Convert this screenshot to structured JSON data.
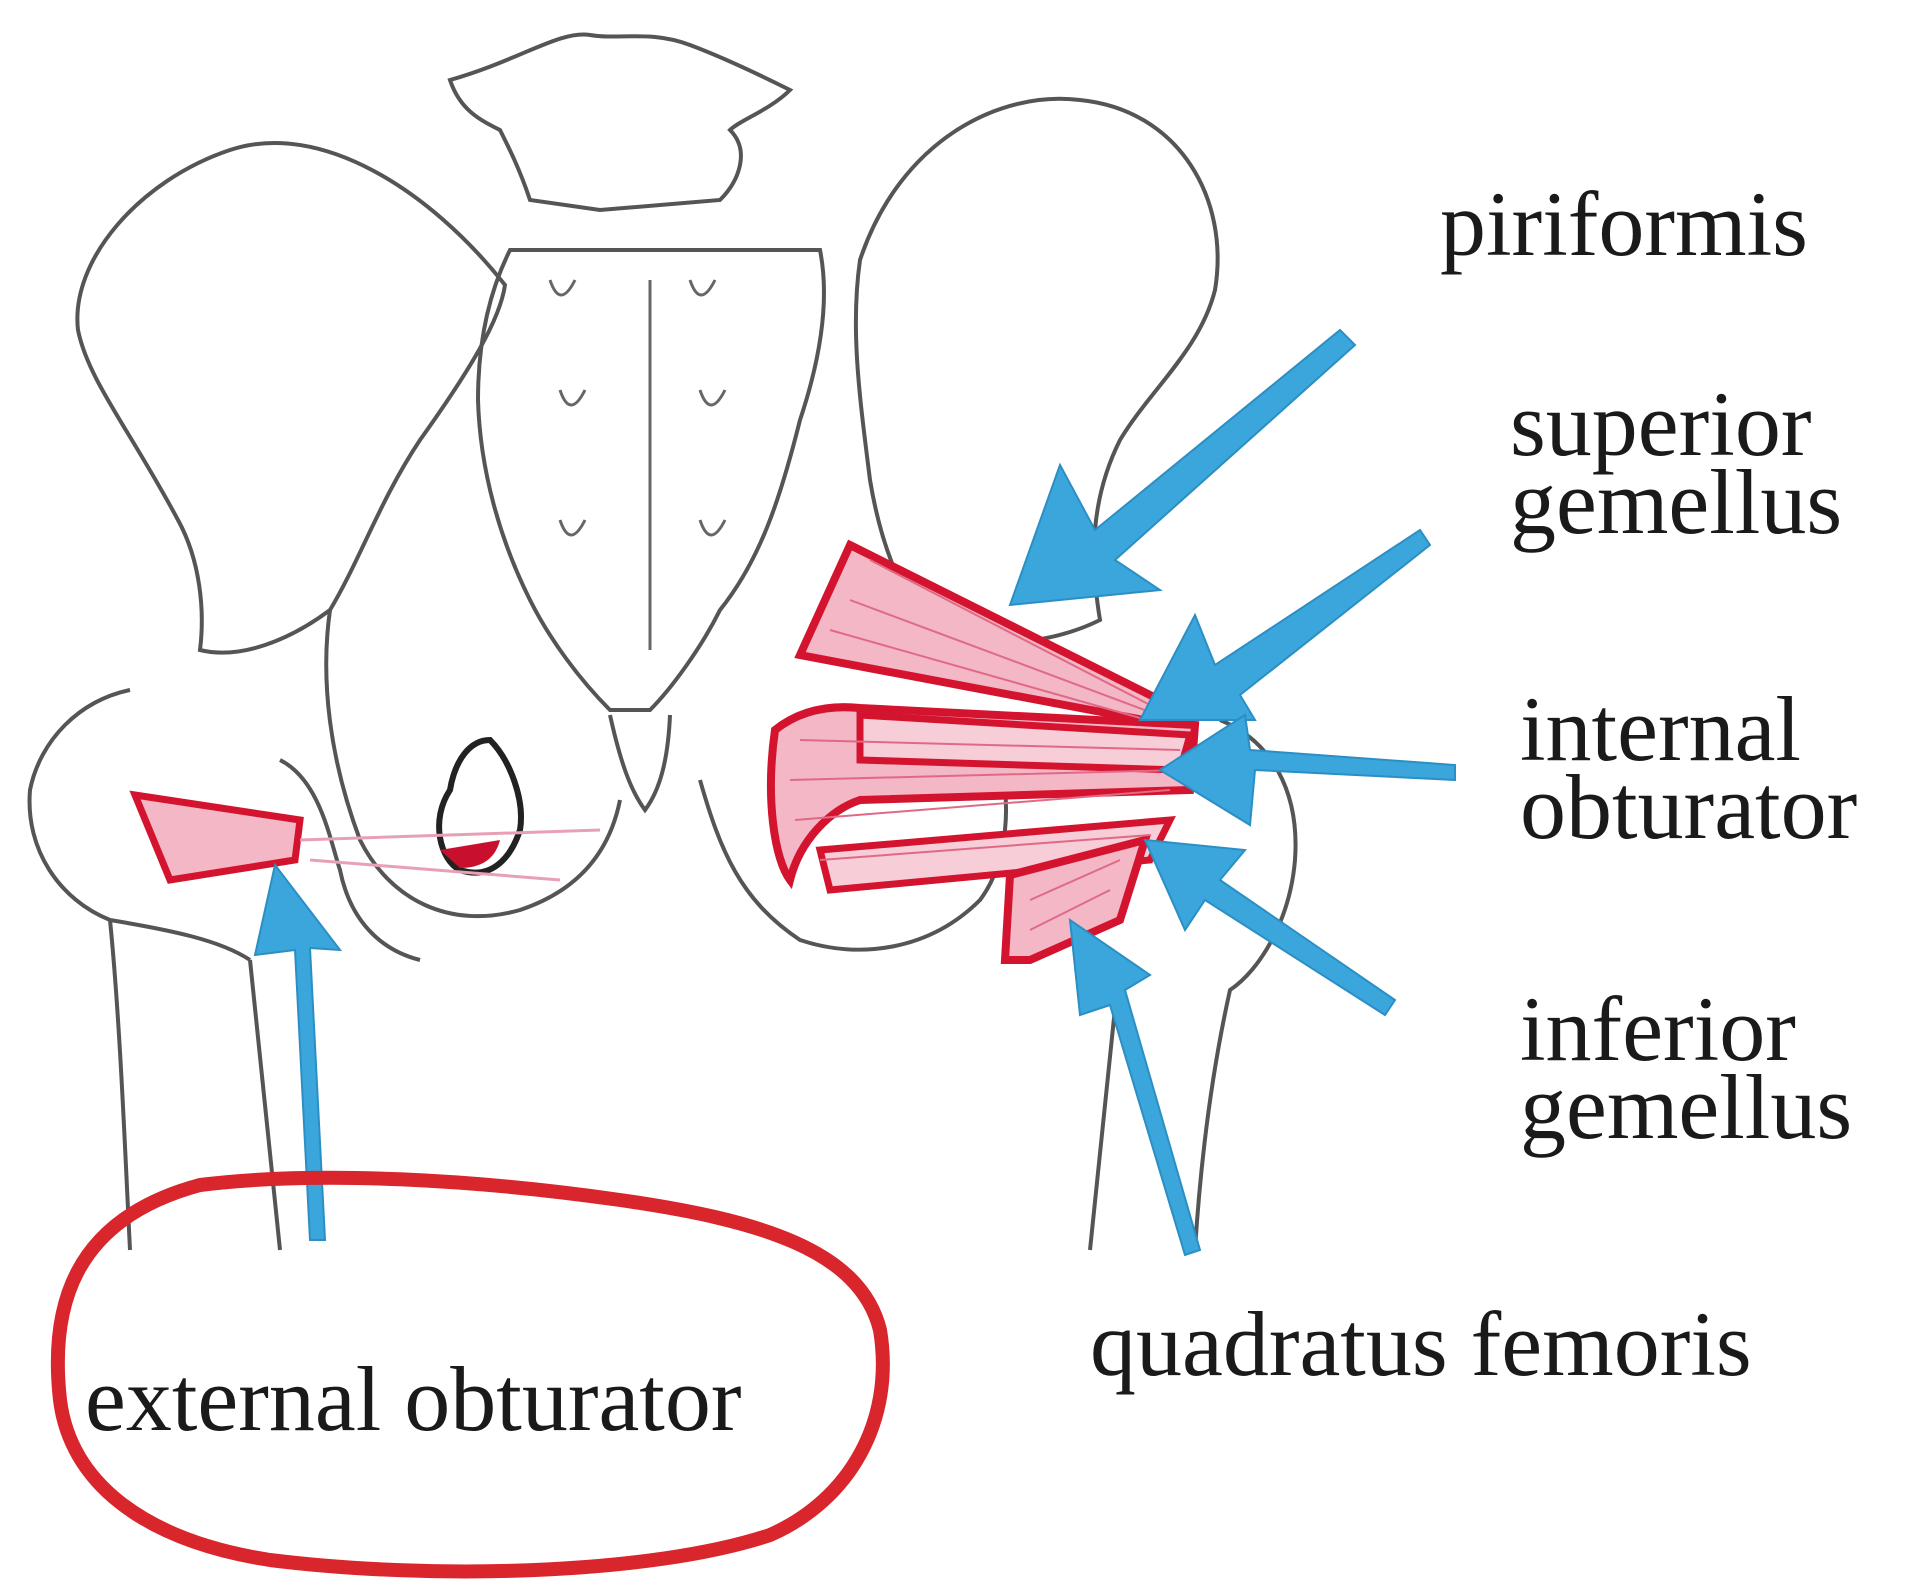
{
  "labels": {
    "piriformis": "piriformis",
    "superior_gemellus": [
      "superior",
      "gemellus"
    ],
    "internal_obturator": [
      "internal",
      "obturator"
    ],
    "inferior_gemellus": [
      "inferior",
      "gemellus"
    ],
    "quadratus_femoris": "quadratus femoris",
    "external_obturator": "external obturator"
  },
  "colors": {
    "bone_outline": "#555555",
    "muscle_fill": "#f3b7c6",
    "muscle_outline": "#d4142f",
    "arrow": "#3aa6dc",
    "highlight_ring": "#d9252c",
    "text": "#1a1a1a"
  },
  "highlighted_label": "external obturator"
}
